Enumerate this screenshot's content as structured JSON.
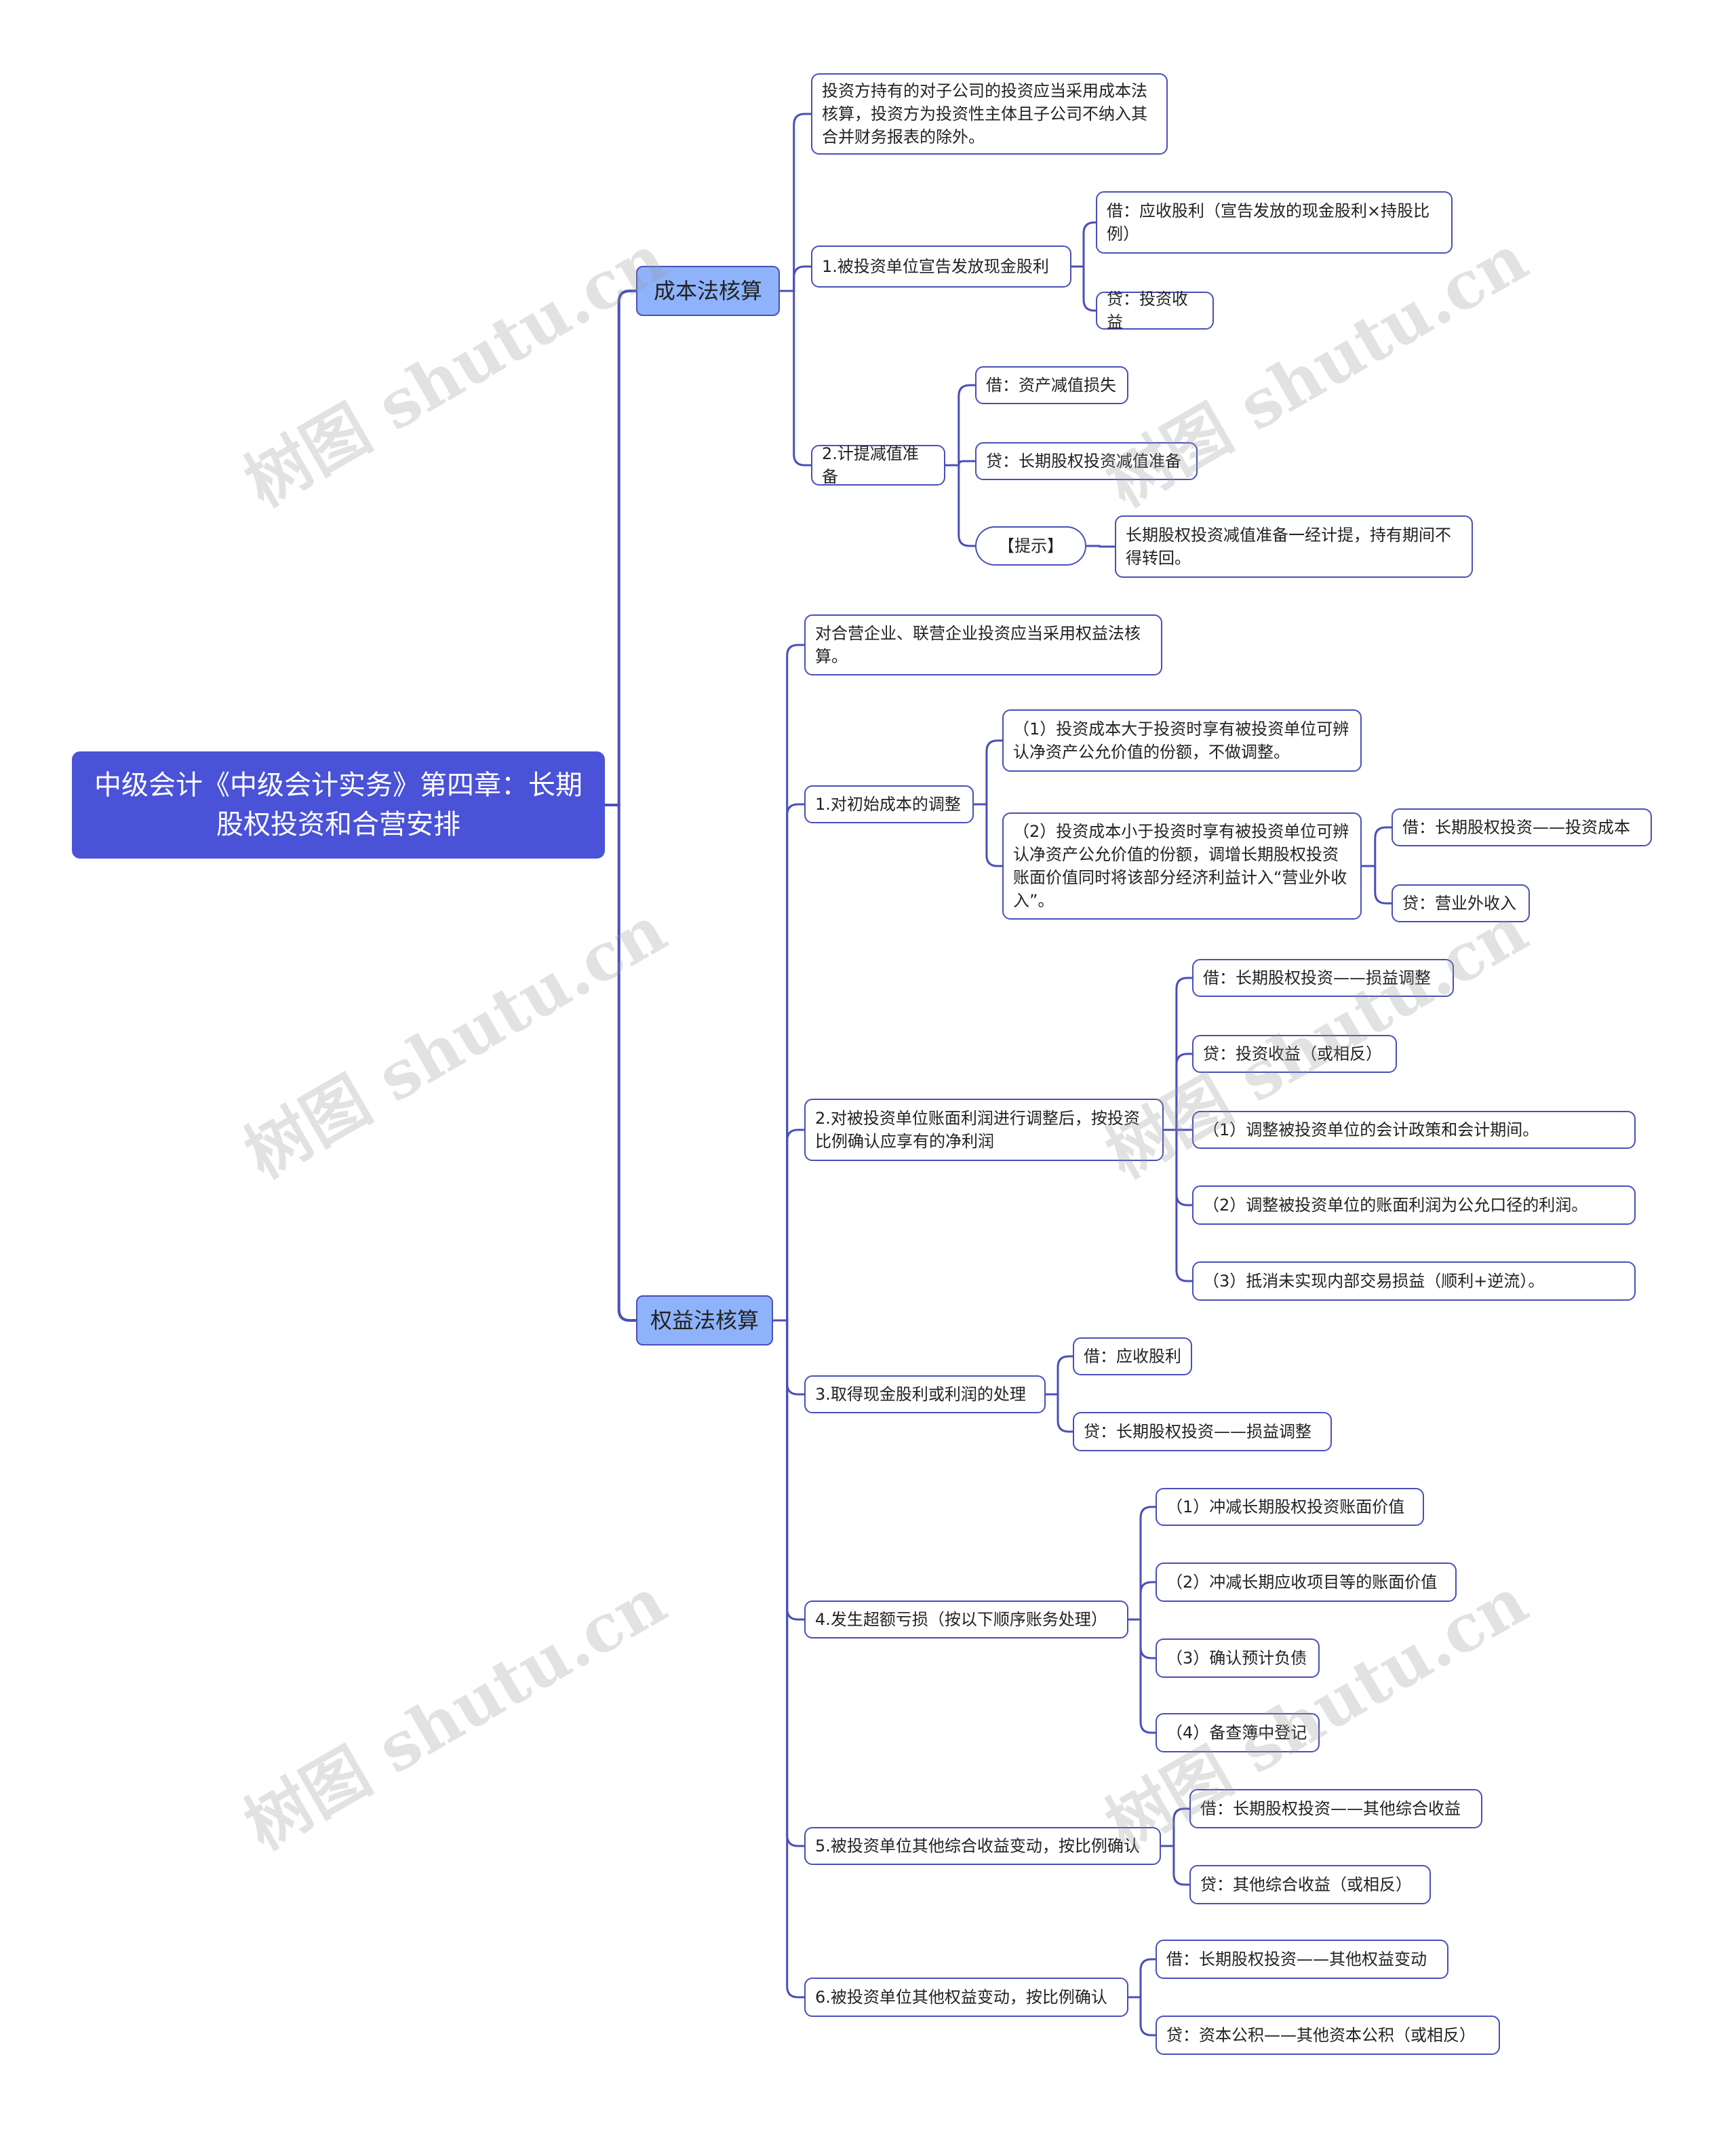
{
  "root": "中级会计《中级会计实务》第四章：长期股权投资和合营安排",
  "branches": [
    {
      "label": "成本法核算",
      "children": [
        {
          "text": "投资方持有的对子公司的投资应当采用成本法核算，投资方为投资性主体且子公司不纳入其合并财务报表的除外。"
        },
        {
          "text": "1.被投资单位宣告发放现金股利",
          "children": [
            {
              "text": "借：应收股利（宣告发放的现金股利×持股比例）"
            },
            {
              "text": "贷：投资收益"
            }
          ]
        },
        {
          "text": "2.计提减值准备",
          "children": [
            {
              "text": "借：资产减值损失"
            },
            {
              "text": "贷：长期股权投资减值准备"
            },
            {
              "text": "【提示】",
              "children": [
                {
                  "text": "长期股权投资减值准备一经计提，持有期间不得转回。"
                }
              ]
            }
          ]
        }
      ]
    },
    {
      "label": "权益法核算",
      "children": [
        {
          "text": "对合营企业、联营企业投资应当采用权益法核算。"
        },
        {
          "text": "1.对初始成本的调整",
          "children": [
            {
              "text": "（1）投资成本大于投资时享有被投资单位可辨认净资产公允价值的份额，不做调整。"
            },
            {
              "text": "（2）投资成本小于投资时享有被投资单位可辨认净资产公允价值的份额，调增长期股权投资账面价值同时将该部分经济利益计入“营业外收入”。",
              "children": [
                {
                  "text": "借：长期股权投资——投资成本"
                },
                {
                  "text": "贷：营业外收入"
                }
              ]
            }
          ]
        },
        {
          "text": "2.对被投资单位账面利润进行调整后，按投资比例确认应享有的净利润",
          "children": [
            {
              "text": "借：长期股权投资——损益调整"
            },
            {
              "text": "贷：投资收益（或相反）"
            },
            {
              "text": "（1）调整被投资单位的会计政策和会计期间。"
            },
            {
              "text": "（2）调整被投资单位的账面利润为公允口径的利润。"
            },
            {
              "text": "（3）抵消未实现内部交易损益（顺利+逆流）。"
            }
          ]
        },
        {
          "text": "3.取得现金股利或利润的处理",
          "children": [
            {
              "text": "借：应收股利"
            },
            {
              "text": "贷：长期股权投资——损益调整"
            }
          ]
        },
        {
          "text": "4.发生超额亏损（按以下顺序账务处理）",
          "children": [
            {
              "text": "（1）冲减长期股权投资账面价值"
            },
            {
              "text": "（2）冲减长期应收项目等的账面价值"
            },
            {
              "text": "（3）确认预计负债"
            },
            {
              "text": "（4）备查簿中登记"
            }
          ]
        },
        {
          "text": "5.被投资单位其他综合收益变动，按比例确认",
          "children": [
            {
              "text": "借：长期股权投资——其他综合收益"
            },
            {
              "text": "贷：其他综合收益（或相反）"
            }
          ]
        },
        {
          "text": "6.被投资单位其他权益变动，按比例确认",
          "children": [
            {
              "text": "借：长期股权投资——其他权益变动"
            },
            {
              "text": "贷：资本公积——其他资本公积（或相反）"
            }
          ]
        }
      ]
    }
  ],
  "watermark": "树图 shutu.cn",
  "colors": {
    "root": "#4a52d8",
    "branch": "#8eb3fb",
    "line": "#4a4fb8"
  }
}
